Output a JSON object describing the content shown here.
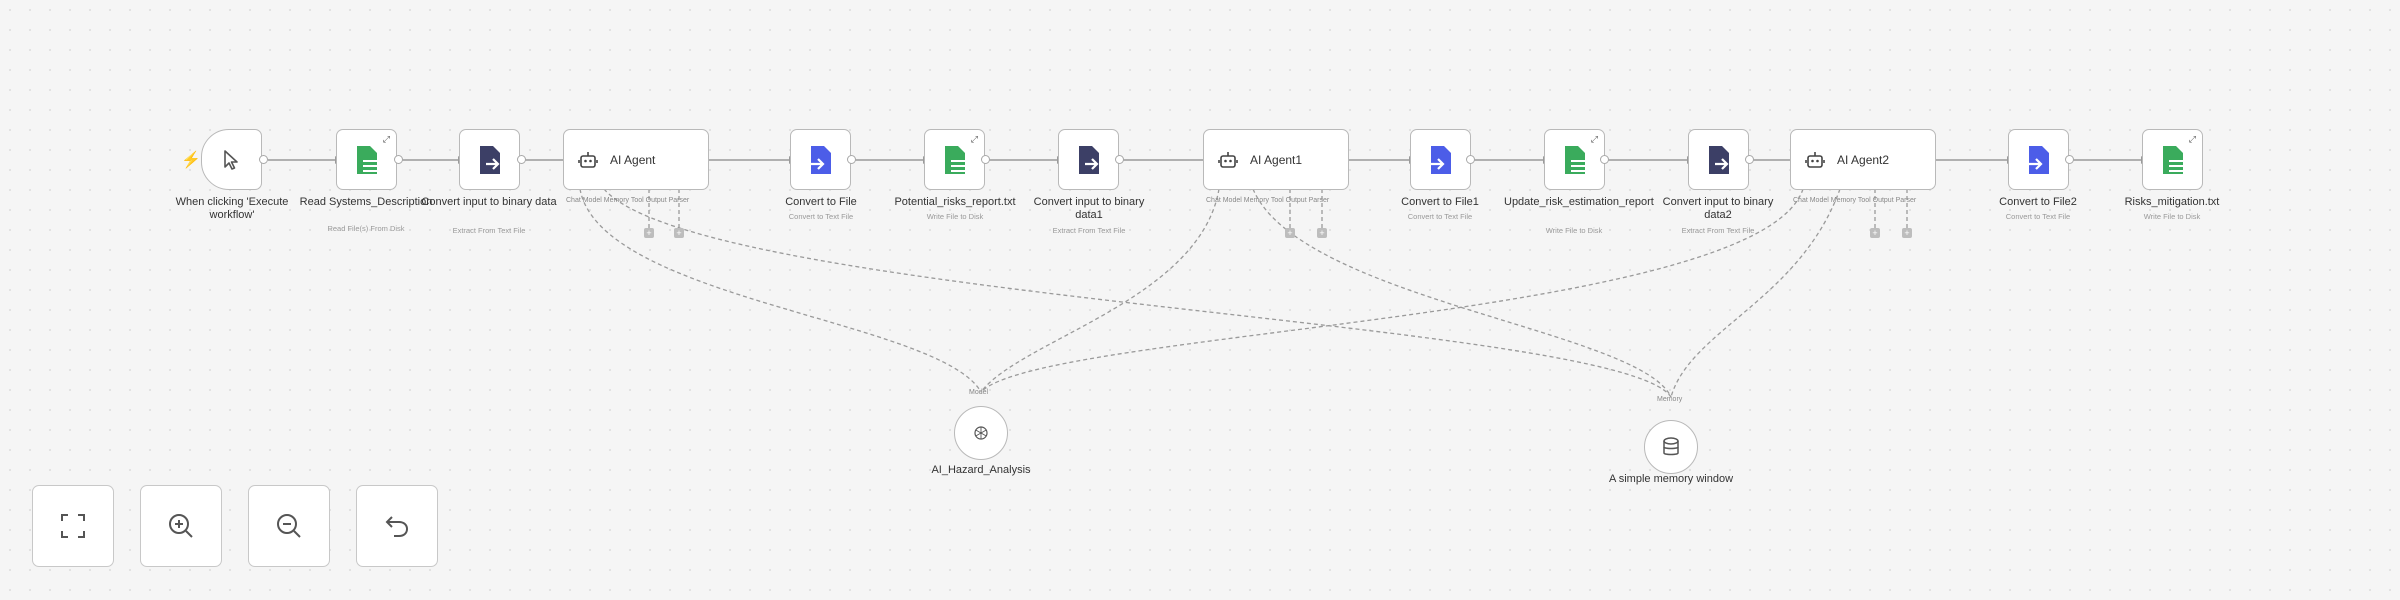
{
  "nodes": {
    "trigger": {
      "label": "When clicking 'Execute workflow'"
    },
    "read_systems": {
      "label": "Read Systems_Description",
      "subtitle": "Read File(s) From Disk"
    },
    "convert_binary": {
      "label": "Convert input to binary data",
      "subtitle": "Extract From Text File"
    },
    "ai_agent": {
      "title": "AI Agent",
      "ports": "Chat Model  Memory      Tool  Output Parser"
    },
    "convert_file": {
      "label": "Convert to File",
      "subtitle": "Convert to Text File"
    },
    "potential_risks": {
      "label": "Potential_risks_report.txt",
      "subtitle": "Write File to Disk"
    },
    "convert_binary1": {
      "label": "Convert input to binary data1",
      "subtitle": "Extract From Text File"
    },
    "ai_agent1": {
      "title": "AI Agent1",
      "ports": "Chat Model  Memory      Tool  Output Parser"
    },
    "convert_file1": {
      "label": "Convert to File1",
      "subtitle": "Convert to Text File"
    },
    "update_risk": {
      "label": "Update_risk_estimation_report",
      "subtitle": "Write File to Disk"
    },
    "convert_binary2": {
      "label": "Convert input to binary data2",
      "subtitle": "Extract From Text File"
    },
    "ai_agent2": {
      "title": "AI Agent2",
      "ports": "Chat Model  Memory      Tool  Output Parser"
    },
    "convert_file2": {
      "label": "Convert to File2",
      "subtitle": "Convert to Text File"
    },
    "risks_mitigation": {
      "label": "Risks_mitigation.txt",
      "subtitle": "Write File to Disk"
    },
    "hazard": {
      "label": "AI_Hazard_Analysis",
      "port": "Model"
    },
    "memory": {
      "label": "A simple memory window",
      "port": "Memory"
    }
  },
  "controls": {
    "fit": "fit-view",
    "zoom_in": "zoom-in",
    "zoom_out": "zoom-out",
    "undo": "undo"
  },
  "colors": {
    "file_read_write": "#3aab5c",
    "extract": "#3c3f66",
    "convert": "#4c5de8",
    "trigger_accent": "#ff6d5a"
  }
}
